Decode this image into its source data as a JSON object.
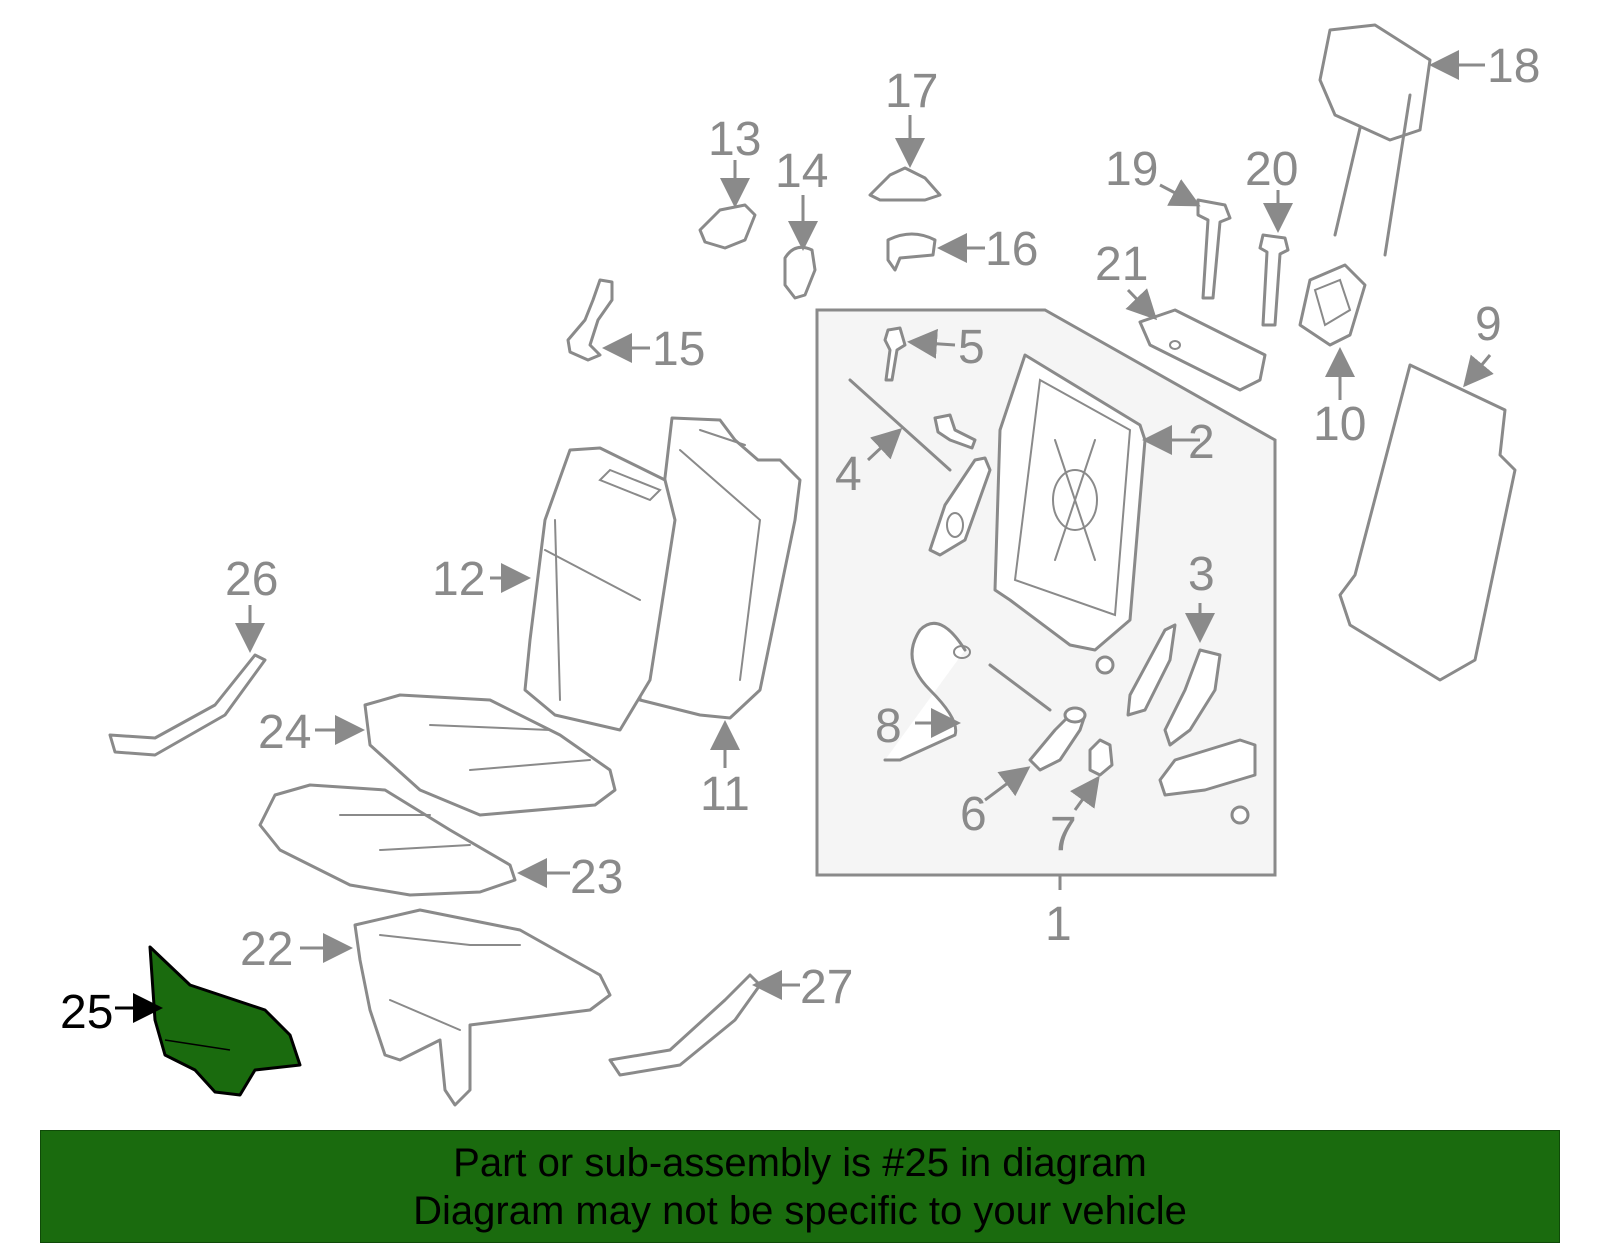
{
  "colors": {
    "highlight": "#1a6b0e",
    "line": "#8a8a8a",
    "assembly_bg": "#f5f5f5"
  },
  "callouts": {
    "c1": "1",
    "c2": "2",
    "c3": "3",
    "c4": "4",
    "c5": "5",
    "c6": "6",
    "c7": "7",
    "c8": "8",
    "c9": "9",
    "c10": "10",
    "c11": "11",
    "c12": "12",
    "c13": "13",
    "c14": "14",
    "c15": "15",
    "c16": "16",
    "c17": "17",
    "c18": "18",
    "c19": "19",
    "c20": "20",
    "c21": "21",
    "c22": "22",
    "c23": "23",
    "c24": "24",
    "c25": "25",
    "c26": "26",
    "c27": "27"
  },
  "highlighted_part": "25",
  "banner": {
    "line1": "Part or sub-assembly is #25 in diagram",
    "line2": "Diagram may not be specific to your vehicle"
  }
}
